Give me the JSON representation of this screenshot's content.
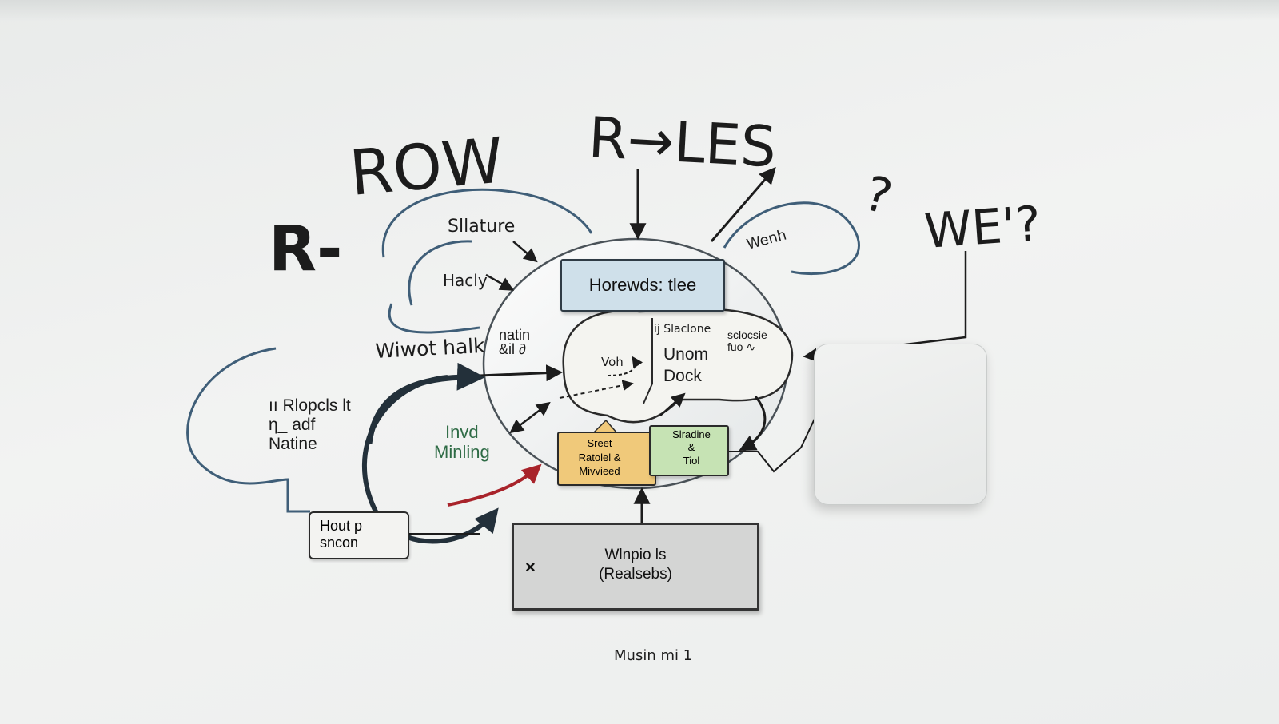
{
  "title": {
    "left_fragment": "R-",
    "main": "ROW",
    "arrow_part": "R→LES",
    "question": "?",
    "right": "WE'?"
  },
  "labels": {
    "top_loop": "Sllature",
    "hacly": "Hacly",
    "wiwot": "Wiwot halk",
    "natin": "natin\n&il ∂",
    "ripplecle": "ıı Rlopcls lt\nη_ adf\nNatine",
    "invd": "Invd\nMinling",
    "wenh": "Wenh",
    "vol": "Voh",
    "slaclone": "ij Slaclone",
    "unom": "Unom\nDock",
    "sclocsie": "sclocsie\nfuo ∿"
  },
  "cards": {
    "title_card": "Horewds: tlee",
    "orange": "Sreet\nRatolel &\nMivvieed",
    "green": "Slradine\n&\nTiol",
    "small": "Hout p\nsncon"
  },
  "bottom_box": {
    "close": "×",
    "line1": "Wlnpio ls",
    "line2": "(Realsebs)"
  },
  "footer": "Musin mi 1",
  "colors": {
    "ink": "#1c1c1c",
    "blue_loop": "#3f5e78",
    "red_arrow": "#a8232a",
    "title_card": "#cfe0ea",
    "orange_card": "#f0c97a",
    "green_card": "#c6e3b4",
    "green_text": "#2e6b45"
  }
}
